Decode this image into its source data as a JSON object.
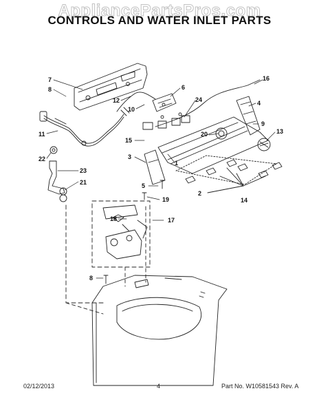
{
  "watermark": "AppliancePartsPros.com",
  "title": "CONTROLS AND WATER INLET PARTS",
  "callouts": [
    "7",
    "8",
    "12",
    "10",
    "6",
    "24",
    "16",
    "4",
    "11",
    "9",
    "13",
    "20",
    "15",
    "1",
    "3",
    "22",
    "23",
    "21",
    "5",
    "19",
    "2",
    "14",
    "18",
    "17",
    "8"
  ],
  "footer": {
    "date": "02/12/2013",
    "page": "4",
    "part_number": "Part No. W10581543  Rev. A"
  }
}
